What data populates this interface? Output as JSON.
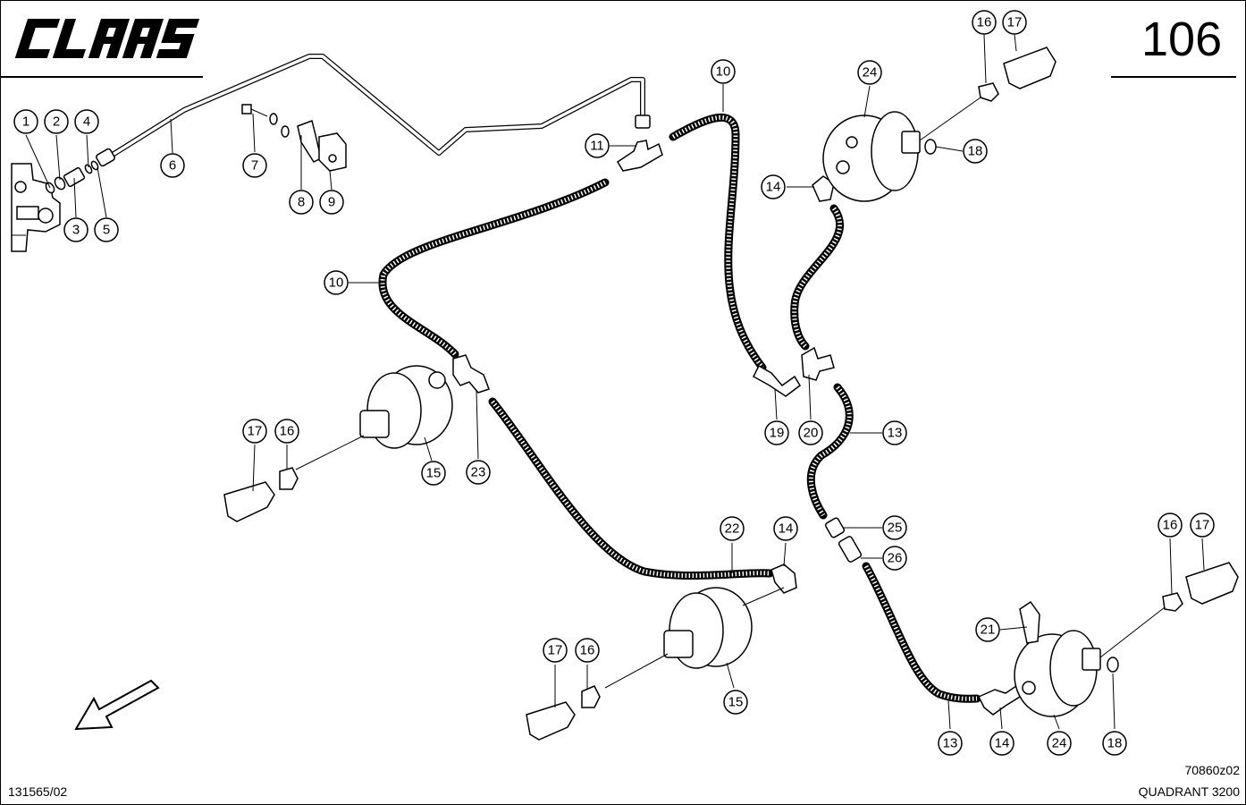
{
  "header": {
    "brand": "CLAAS",
    "page_number": "106"
  },
  "footer": {
    "document_number": "131565/02",
    "drawing_code": "70860z02",
    "model": "QUADRANT 3200"
  },
  "callouts": [
    {
      "label": "1"
    },
    {
      "label": "2"
    },
    {
      "label": "4"
    },
    {
      "label": "3"
    },
    {
      "label": "5"
    },
    {
      "label": "6"
    },
    {
      "label": "7"
    },
    {
      "label": "8"
    },
    {
      "label": "9"
    },
    {
      "label": "11"
    },
    {
      "label": "10"
    },
    {
      "label": "10"
    },
    {
      "label": "16"
    },
    {
      "label": "17"
    },
    {
      "label": "24"
    },
    {
      "label": "18"
    },
    {
      "label": "14"
    },
    {
      "label": "17"
    },
    {
      "label": "16"
    },
    {
      "label": "15"
    },
    {
      "label": "23"
    },
    {
      "label": "19"
    },
    {
      "label": "20"
    },
    {
      "label": "13"
    },
    {
      "label": "25"
    },
    {
      "label": "26"
    },
    {
      "label": "22"
    },
    {
      "label": "14"
    },
    {
      "label": "17"
    },
    {
      "label": "16"
    },
    {
      "label": "15"
    },
    {
      "label": "16"
    },
    {
      "label": "17"
    },
    {
      "label": "21"
    },
    {
      "label": "13"
    },
    {
      "label": "14"
    },
    {
      "label": "24"
    },
    {
      "label": "18"
    }
  ]
}
